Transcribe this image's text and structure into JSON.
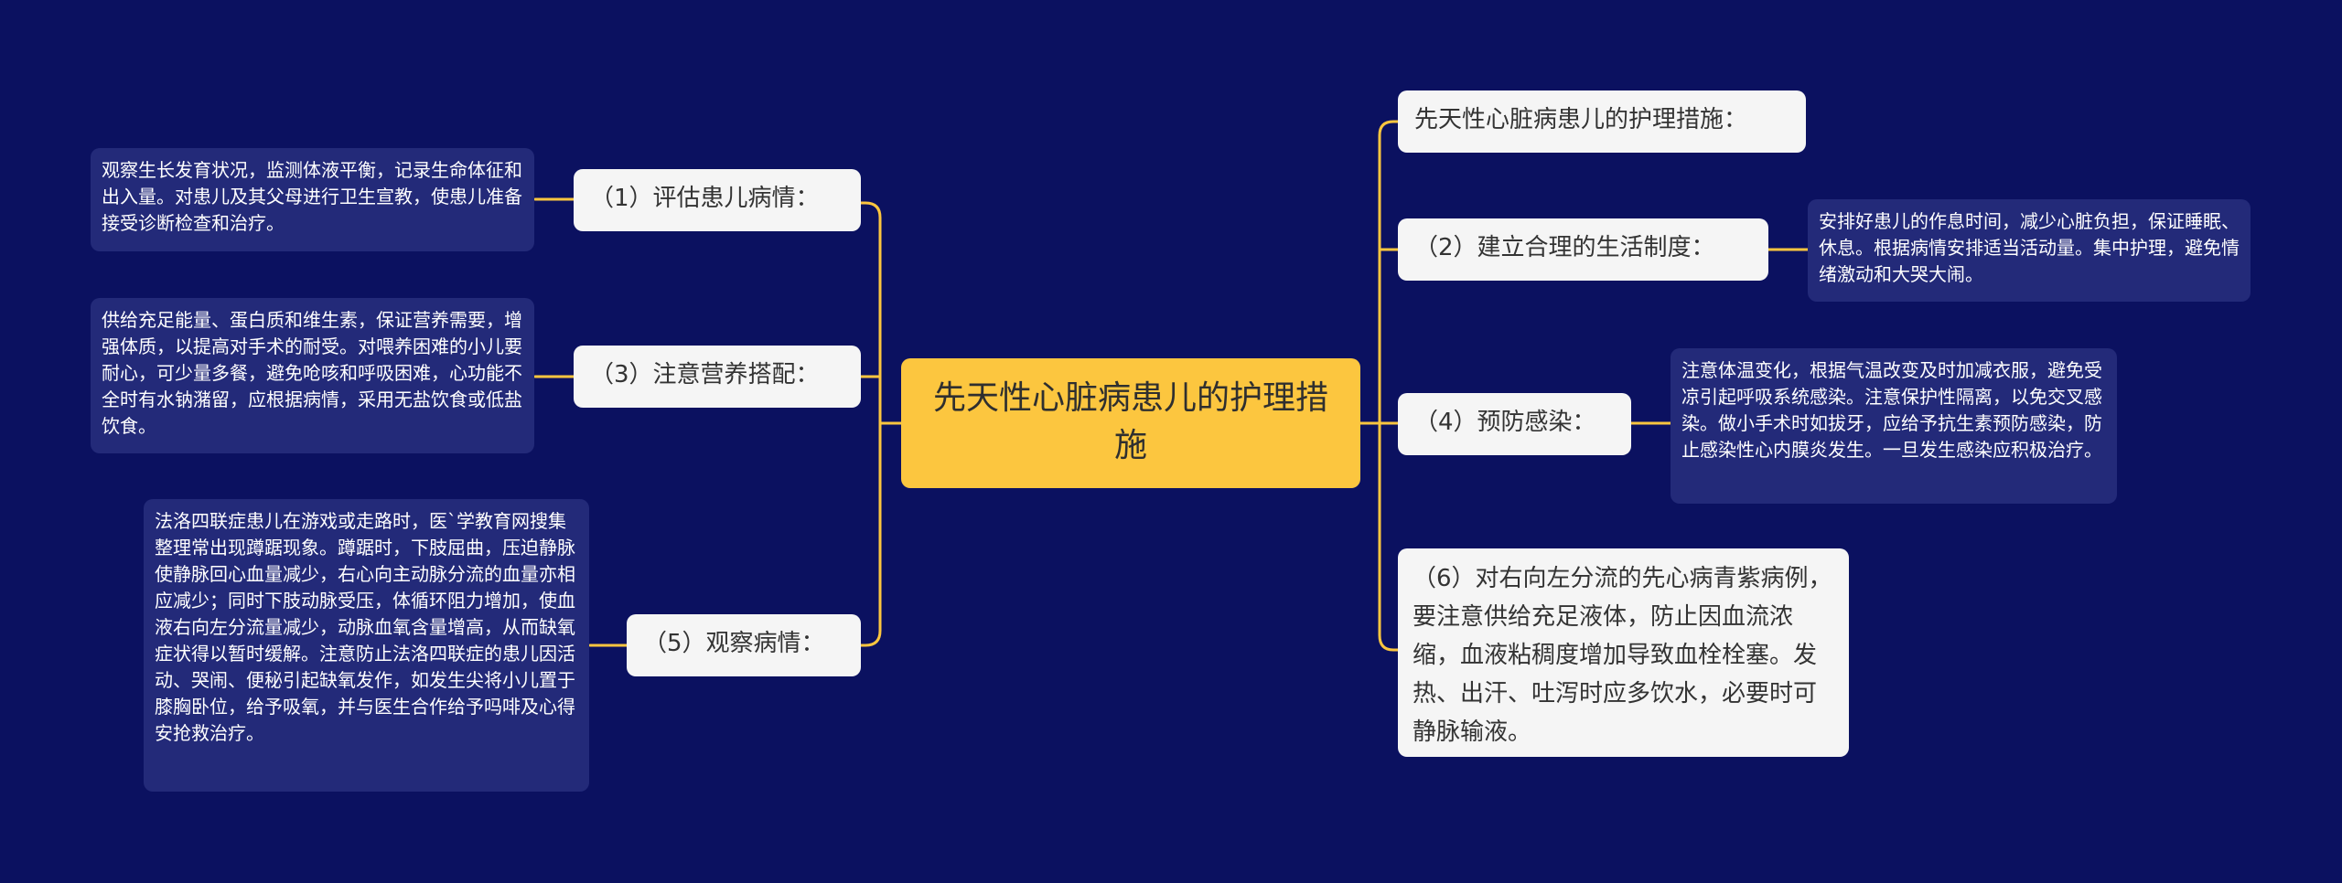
{
  "colors": {
    "background": "#0b1160",
    "root_fill": "#fcc63f",
    "branch_fill": "#f5f5f5",
    "leaf_fill": "#232a79",
    "connector": "#fcc63f"
  },
  "mindmap": {
    "root": "先天性心脏病患儿的护理措施",
    "left": [
      {
        "label": "（1）评估患儿病情：",
        "detail": "观察生长发育状况，监测体液平衡，记录生命体征和出入量。对患儿及其父母进行卫生宣教，使患儿准备接受诊断检查和治疗。"
      },
      {
        "label": "（3）注意营养搭配：",
        "detail": "供给充足能量、蛋白质和维生素，保证营养需要，增强体质，以提高对手术的耐受。对喂养困难的小儿要耐心，可少量多餐，避免呛咳和呼吸困难，心功能不全时有水钠潴留，应根据病情，采用无盐饮食或低盐饮食。"
      },
      {
        "label": "（5）观察病情：",
        "detail": "法洛四联症患儿在游戏或走路时，医`学教育网搜集整理常出现蹲踞现象。蹲踞时，下肢屈曲，压迫静脉使静脉回心血量减少，右心向主动脉分流的血量亦相应减少；同时下肢动脉受压，体循环阻力增加，使血液右向左分流量减少，动脉血氧含量增高，从而缺氧症状得以暂时缓解。注意防止法洛四联症的患儿因活动、哭闹、便秘引起缺氧发作，如发生尖将小儿置于膝胸卧位，给予吸氧，并与医生合作给予吗啡及心得安抢救治疗。"
      }
    ],
    "right": [
      {
        "label": "先天性心脏病患儿的护理措施："
      },
      {
        "label": "（2）建立合理的生活制度：",
        "detail": "安排好患儿的作息时间，减少心脏负担，保证睡眠、休息。根据病情安排适当活动量。集中护理，避免情绪激动和大哭大闹。"
      },
      {
        "label": "（4）预防感染：",
        "detail": "注意体温变化，根据气温改变及时加减衣服，避免受凉引起呼吸系统感染。注意保护性隔离，以免交叉感染。做小手术时如拔牙，应给予抗生素预防感染，防止感染性心内膜炎发生。一旦发生感染应积极治疗。"
      },
      {
        "label": "（6）对右向左分流的先心病青紫病例，要注意供给充足液体，防止因血流浓缩，血液粘稠度增加导致血栓栓塞。发热、出汗、吐泻时应多饮水，必要时可静脉输液。"
      }
    ]
  }
}
